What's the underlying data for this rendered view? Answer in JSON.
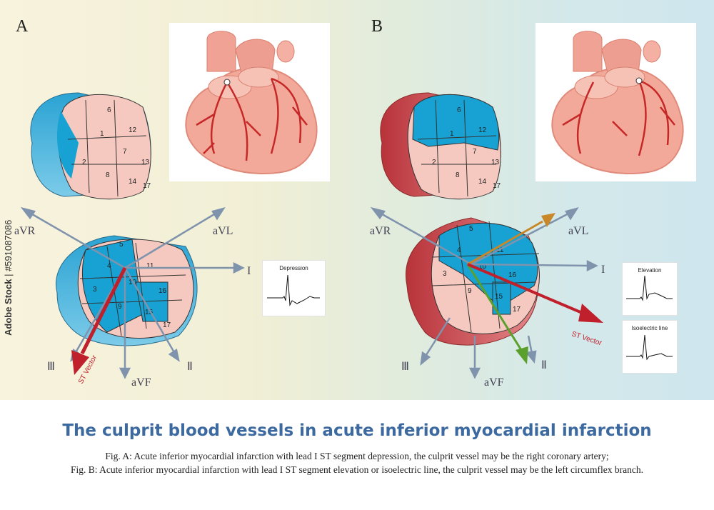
{
  "panel_a": {
    "letter": "A",
    "st_vector_label": "ST Vector",
    "ecg": {
      "label": "Depression"
    },
    "top_segments": [
      "6",
      "1",
      "12",
      "7",
      "2",
      "8",
      "13",
      "14",
      "17"
    ],
    "bottom_segments": [
      "5",
      "4",
      "11",
      "3",
      "10",
      "16",
      "9",
      "15",
      "17"
    ],
    "leads": {
      "avr": "aVR",
      "avl": "aVL",
      "i": "I",
      "iii": "Ⅲ",
      "avf": "aVF",
      "ii": "Ⅱ"
    }
  },
  "panel_b": {
    "letter": "B",
    "st_vector_label": "ST Vector",
    "ecg_top": {
      "label": "Elevation"
    },
    "ecg_bottom": {
      "label": "Isoelectric line"
    },
    "top_segments": [
      "6",
      "1",
      "12",
      "7",
      "2",
      "8",
      "13",
      "14",
      "17"
    ],
    "bottom_segments": [
      "5",
      "4",
      "11",
      "3",
      "10",
      "16",
      "9",
      "15",
      "17"
    ],
    "leads": {
      "avr": "aVR",
      "avl": "aVL",
      "i": "I",
      "iii": "Ⅲ",
      "avf": "aVF",
      "ii": "Ⅱ"
    }
  },
  "watermark": {
    "brand": "Adobe Stock",
    "id": "| #591087086"
  },
  "title": "The culprit blood vessels in acute inferior myocardial infarction",
  "caption_a": "Fig. A: Acute inferior myocardial infarction with lead I ST segment depression, the culprit vessel may be the right coronary artery;",
  "caption_b": "Fig. B: Acute inferior myocardial infarction with lead I ST segment elevation or isoelectric line, the culprit vessel may be the left circumflex branch.",
  "colors": {
    "title": "#3c6aa0",
    "ischemia": "#17a2d3",
    "st_vector": "#c0202b",
    "lead_axis": "#7f93ad"
  }
}
